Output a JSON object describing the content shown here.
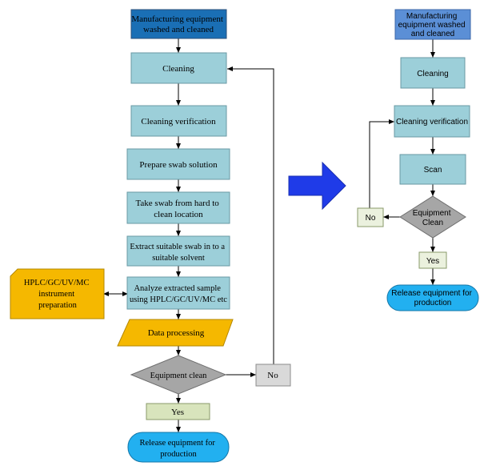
{
  "left_flow": {
    "start": [
      "Manufacturing equipment",
      "washed and cleaned"
    ],
    "cleaning": [
      "Cleaning"
    ],
    "verification": [
      "Cleaning verification"
    ],
    "prepare": [
      "Prepare swab solution"
    ],
    "take_swab": [
      "Take swab from hard to",
      "clean location"
    ],
    "extract": [
      "Extract suitable swab in to a",
      "suitable solvent"
    ],
    "analyze": [
      "Analyze extracted sample",
      "using HPLC/GC/UV/MC etc"
    ],
    "instrument": [
      "HPLC/GC/UV/MC",
      "instrument",
      "preparation"
    ],
    "data_processing": [
      "Data processing"
    ],
    "decision": [
      "Equipment  clean"
    ],
    "yes": [
      "Yes"
    ],
    "no": [
      "No"
    ],
    "release": [
      "Release equipment for",
      "production"
    ]
  },
  "right_flow": {
    "start": [
      "Manufacturing",
      "equipment washed",
      "and cleaned"
    ],
    "cleaning": [
      "Cleaning"
    ],
    "verification": [
      "Cleaning verification"
    ],
    "scan": [
      "Scan"
    ],
    "decision": [
      "Equipment",
      "Clean"
    ],
    "no": [
      "No"
    ],
    "yes": [
      "Yes"
    ],
    "release": [
      "Release equipment for",
      "production"
    ]
  },
  "colors": {
    "start_dark": "#1a6fb5",
    "start_light": "#5b8fd6",
    "process": "#9ccfd9",
    "orange": "#f5b800",
    "decision": "#a6a6a6",
    "yes_box": "#d8e4bc",
    "no_box_left": "#d9d9d9",
    "no_box_right": "#ebf1de",
    "terminal": "#22b0f0",
    "arrow": "#1f3be8"
  }
}
